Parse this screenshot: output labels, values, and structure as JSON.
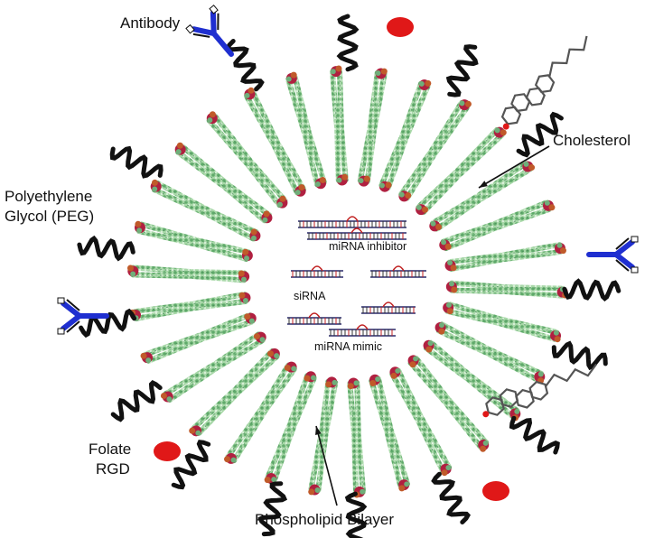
{
  "labels": {
    "antibody": "Antibody",
    "cholesterol": "Cholesterol",
    "peg_line1": "Polyethylene",
    "peg_line2": "Glycol (PEG)",
    "folate_line1": "Folate",
    "folate_line2": "RGD",
    "bilayer": "Phospholipid Bilayer",
    "mirna_inhibitor": "miRNA inhibitor",
    "sirna": "siRNA",
    "mirna_mimic": "miRNA mimic"
  },
  "colors": {
    "lipid_tail": "#7fbf7f",
    "lipid_tail_dark": "#4a8f5a",
    "headgroup": "#b02040",
    "antibody": "#1f2fd0",
    "ligand": "#e01818",
    "peg": "#111111"
  }
}
